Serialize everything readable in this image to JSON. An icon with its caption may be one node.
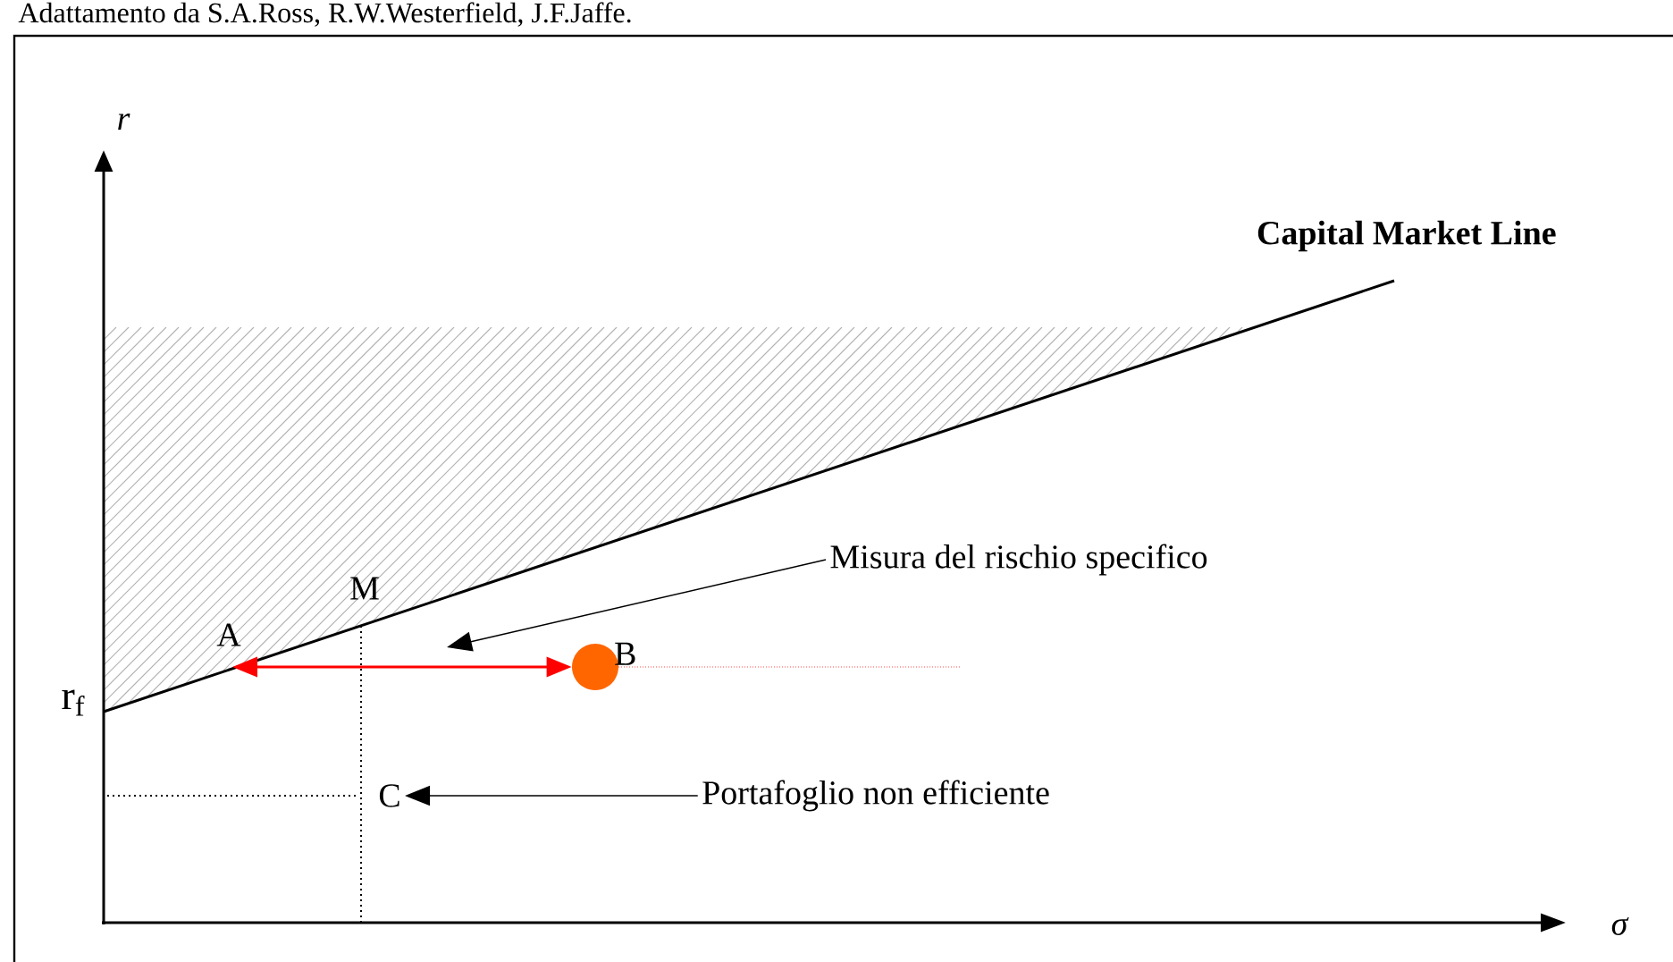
{
  "diagram": {
    "caption": "Adattamento da S.A.Ross, R.W.Westerfield, J.F.Jaffe.",
    "nodes": [
      {
        "text": [
          "A"
        ]
      },
      {
        "text": [],
        "shape": "circle",
        "beside": [
          "B"
        ]
      },
      {
        "text": [
          "Misura del rischio specifico"
        ]
      },
      {
        "text": [
          "C"
        ]
      },
      {
        "text": [
          "Portafoglio non efficiente"
        ]
      }
    ],
    "edges": [
      {
        "from": 0,
        "to": 1,
        "arrow": "both",
        "color": "#ff0000"
      },
      {
        "from": 2,
        "to": null,
        "arrow": "to"
      },
      {
        "from": 4,
        "to": 3,
        "arrow": "to"
      }
    ],
    "labels": [
      "r",
      "σ",
      "r$_{f}$",
      "M",
      "Capital Market Line"
    ]
  }
}
